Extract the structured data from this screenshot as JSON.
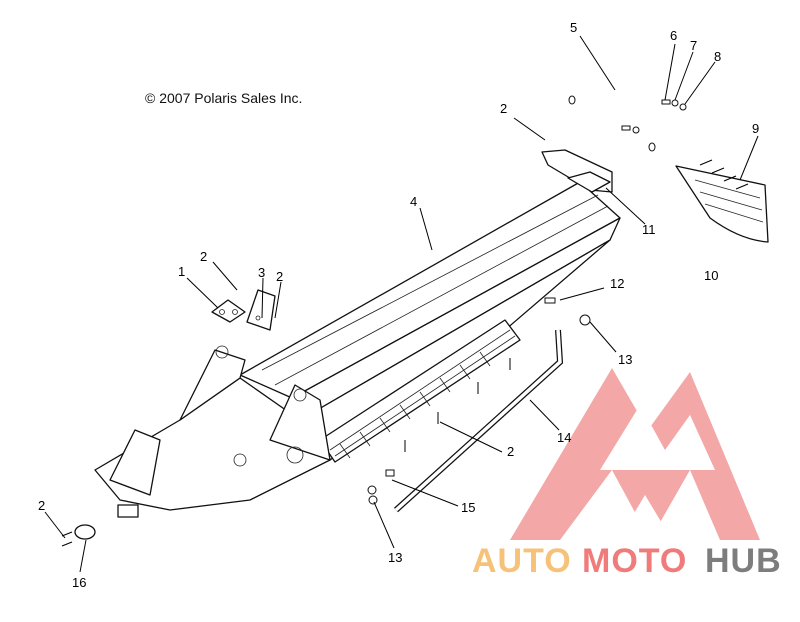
{
  "copyright": "© 2007 Polaris Sales Inc.",
  "callouts": [
    "1",
    "2",
    "2",
    "2",
    "3",
    "4",
    "5",
    "6",
    "7",
    "8",
    "9",
    "10",
    "11",
    "12",
    "13",
    "13",
    "14",
    "2",
    "15",
    "2",
    "16"
  ],
  "watermark": {
    "part1": "AUTO",
    "part2": "MOTO",
    "part3": "HUB",
    "color_auto": "#f6c27a",
    "color_moto": "#f07b7b",
    "color_hub": "#7d7d7d",
    "logo_color": "#f07b7b"
  }
}
